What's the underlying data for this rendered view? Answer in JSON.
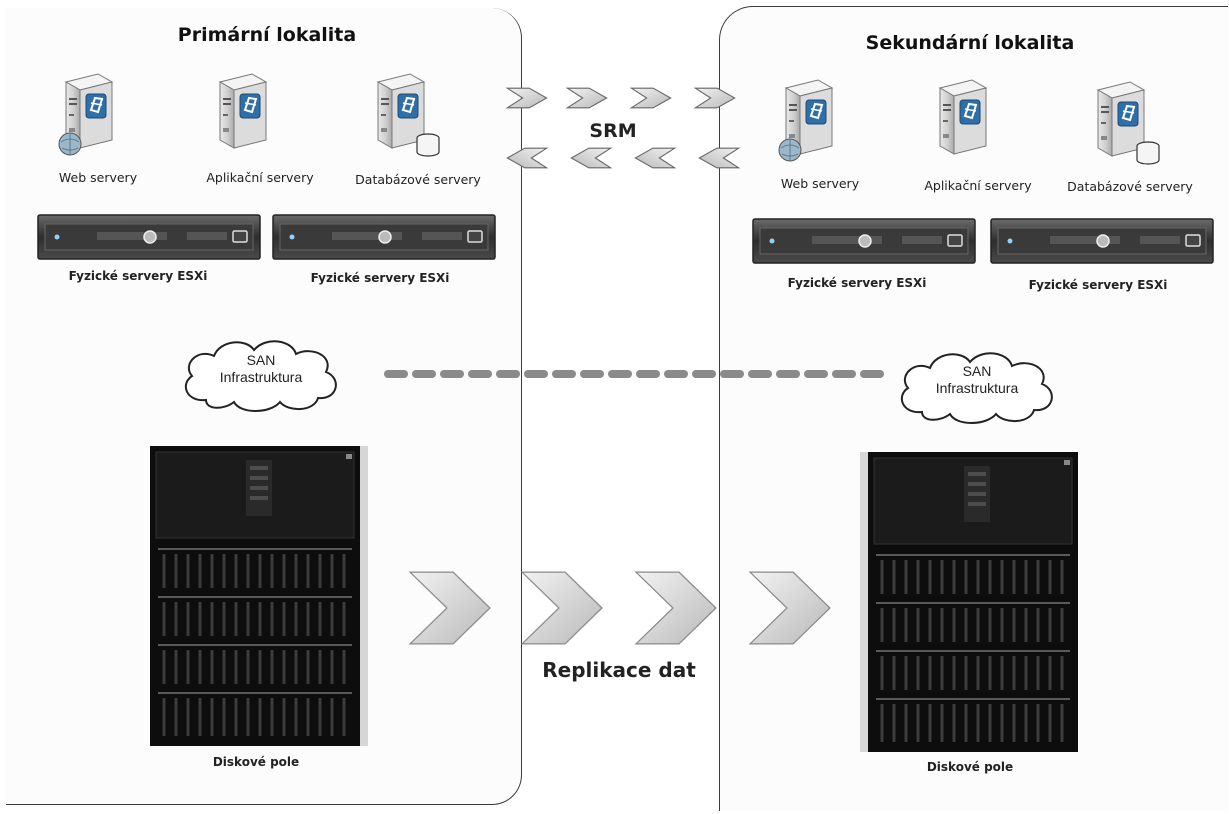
{
  "primary": {
    "title": "Primární lokalita",
    "servers": [
      "Web servery",
      "Aplikační servery",
      "Databázové servery"
    ],
    "hosts": [
      "Fyzické servery ESXi",
      "Fyzické servery ESXi"
    ],
    "san": [
      "SAN",
      "Infrastruktura"
    ],
    "storage": "Diskové pole"
  },
  "secondary": {
    "title": "Sekundární lokalita",
    "servers": [
      "Web servery",
      "Aplikační servery",
      "Databázové servery"
    ],
    "hosts": [
      "Fyzické servery ESXi",
      "Fyzické servery ESXi"
    ],
    "san": [
      "SAN",
      "Infrastruktura"
    ],
    "storage": "Diskové pole"
  },
  "links": {
    "srm": "SRM",
    "replication": "Replikace dat"
  },
  "icons": {
    "web_server": "server-globe-icon",
    "app_server": "server-icon",
    "db_server": "server-database-icon",
    "esxi_host": "rack-server-icon",
    "san": "cloud-icon",
    "disk_array": "disk-array-icon",
    "arrow": "chevron-arrow-icon"
  }
}
